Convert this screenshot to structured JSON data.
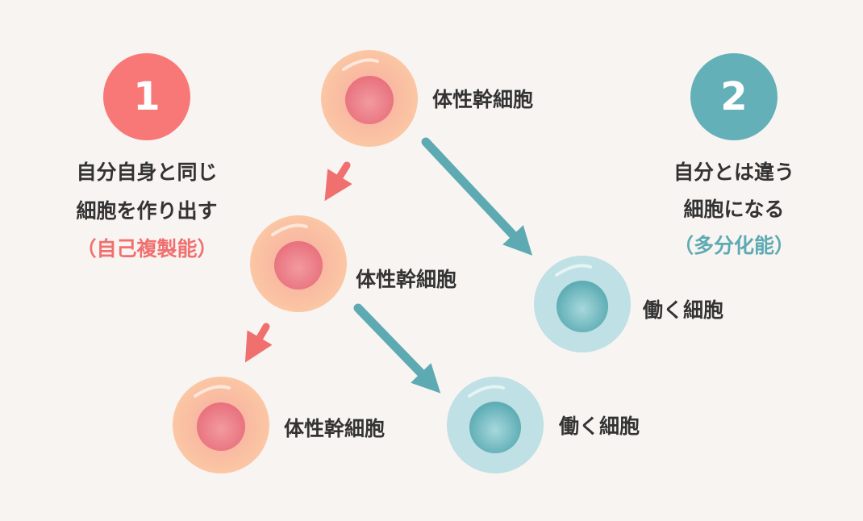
{
  "colors": {
    "bg": "#f8f4f1",
    "pink": "#f87878",
    "teal": "#64b0b8"
  },
  "step1": {
    "number": "1",
    "line1": "自分自身と同じ",
    "line2": "細胞を作り出す",
    "term": "（自己複製能）"
  },
  "step2": {
    "number": "2",
    "line1": "自分とは違う",
    "line2": "細胞になる",
    "term": "（多分化能）"
  },
  "cells": {
    "stem_label": "体性幹細胞",
    "work_label": "働く細胞"
  }
}
